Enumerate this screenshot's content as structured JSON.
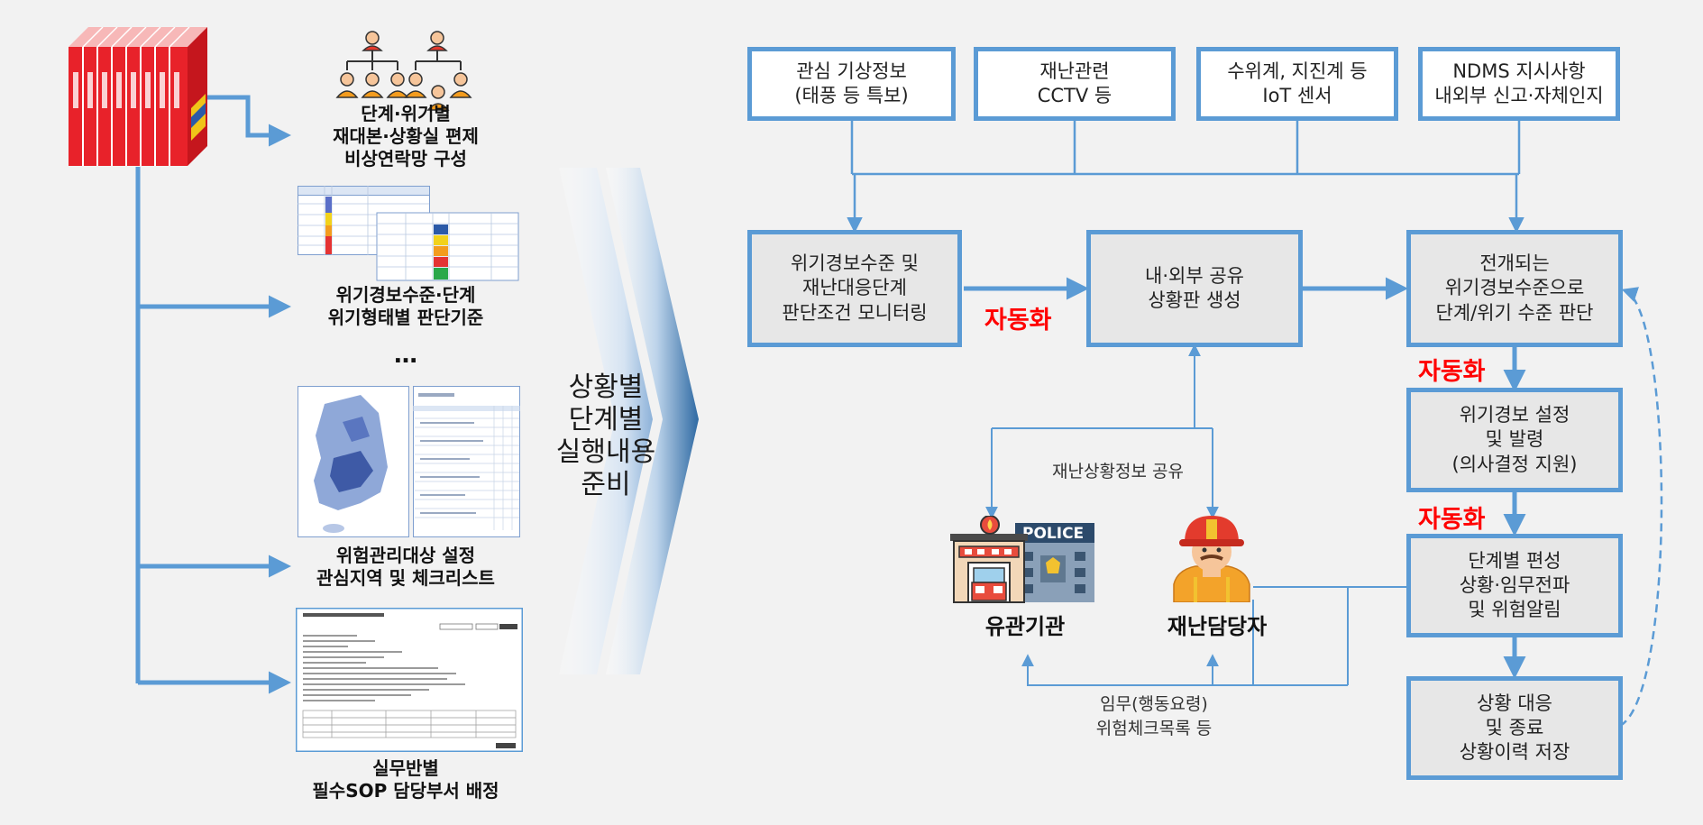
{
  "left": {
    "step1": {
      "line1": "단계·위기별",
      "line2": "재대본·상황실 편제",
      "line3": "비상연락망 구성"
    },
    "step2": {
      "line1": "위기경보수준·단계",
      "line2": "위기형태별 판단기준"
    },
    "ellipsis": "…",
    "step3": {
      "line1": "위험관리대상 설정",
      "line2": "관심지역 및 체크리스트"
    },
    "step4": {
      "line1": "실무반별",
      "line2": "필수SOP 담당부서 배정"
    },
    "chevron_label": "상황별\n단계별\n실행내용\n준비"
  },
  "inputs": [
    "관심 기상정보\n(태풍 등 특보)",
    "재난관련\nCCTV 등",
    "수위계, 지진계 등\nIoT 센서",
    "NDMS 지시사항\n내외부 신고·자체인지"
  ],
  "process": {
    "monitor": "위기경보수준 및\n재난대응단계\n판단조건 모니터링",
    "board": "내·외부 공유\n상황판 생성",
    "judge": "전개되는\n위기경보수준으로\n단계/위기 수준 판단",
    "issue": "위기경보 설정\n및 발령\n(의사결정 지원)",
    "org": "단계별 편성\n상황·임무전파\n및 위험알림",
    "end": "상황 대응\n및 종료\n상황이력 저장"
  },
  "auto_label": "자동화",
  "share_label": "재난상황정보 공유",
  "mission_label": "임무(행동요령)\n위험체크목록 등",
  "agency_label": "유관기관",
  "officer_label": "재난담당자",
  "police_sign": "POLICE",
  "colors": {
    "accent": "#5b9bd5",
    "auto": "#ff0000",
    "box_gray": "#e7e7e7",
    "book_red": "#e8222a"
  }
}
